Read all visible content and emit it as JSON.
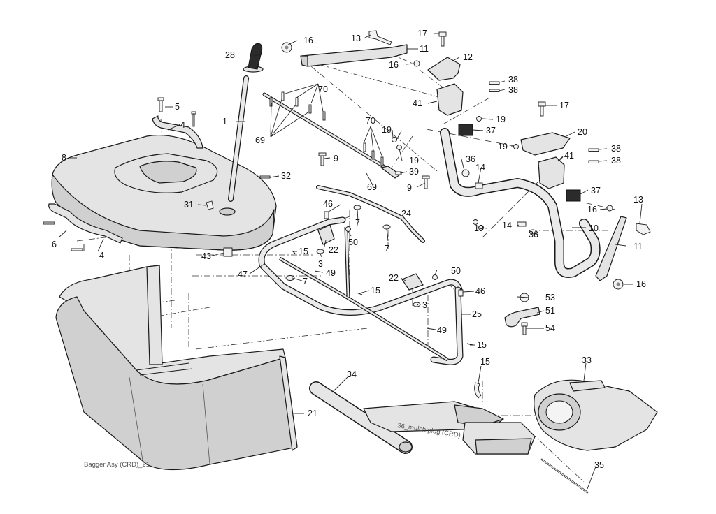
{
  "caption_bottom_left": "Bagger Asy (CRD)_21",
  "caption_mulch": "36_mulch plug (CRD)",
  "callouts": {
    "c1": "1",
    "c3a": "3",
    "c3b": "3",
    "c4a": "4",
    "c4b": "4",
    "c5": "5",
    "c6": "6",
    "c7a": "7",
    "c7b": "7",
    "c7c": "7",
    "c8": "8",
    "c9a": "9",
    "c9b": "9",
    "c10": "10",
    "c11a": "11",
    "c11b": "11",
    "c12": "12",
    "c13a": "13",
    "c13b": "13",
    "c14a": "14",
    "c14b": "14",
    "c15a": "15",
    "c15b": "15",
    "c15c": "15",
    "c15d": "15",
    "c16a": "16",
    "c16b": "16",
    "c16c": "16",
    "c16d": "16",
    "c17a": "17",
    "c17b": "17",
    "c19a": "19",
    "c19b": "19",
    "c19c": "19",
    "c19d": "19",
    "c19e": "19",
    "c20": "20",
    "c21": "21",
    "c22a": "22",
    "c22b": "22",
    "c24": "24",
    "c25": "25",
    "c28": "28",
    "c31": "31",
    "c32": "32",
    "c33": "33",
    "c34": "34",
    "c35": "35",
    "c36a": "36",
    "c36b": "36",
    "c37a": "37",
    "c37b": "37",
    "c38a": "38",
    "c38b": "38",
    "c38c": "38",
    "c38d": "38",
    "c39": "39",
    "c41a": "41",
    "c41b": "41",
    "c43": "43",
    "c46a": "46",
    "c46b": "46",
    "c47": "47",
    "c49a": "49",
    "c49b": "49",
    "c50a": "50",
    "c50b": "50",
    "c51": "51",
    "c53": "53",
    "c54": "54",
    "c69a": "69",
    "c69b": "69",
    "c70a": "70",
    "c70b": "70"
  }
}
